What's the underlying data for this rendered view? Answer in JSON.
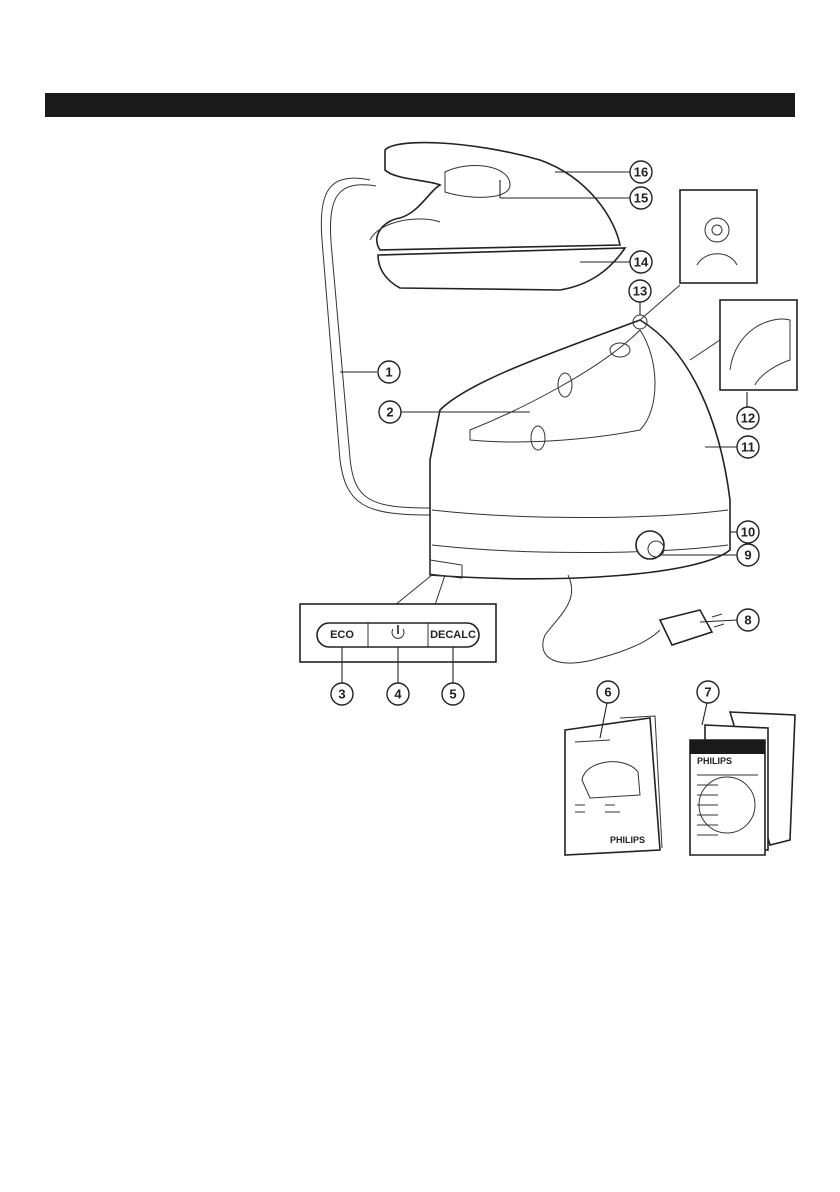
{
  "panel": {
    "eco_label": "ECO",
    "power_symbol": "power-icon",
    "decalc_label": "DECALC"
  },
  "booklets": {
    "brand_left": "PHILIPS",
    "brand_right": "PHILIPS"
  },
  "callouts": [
    "1",
    "2",
    "3",
    "4",
    "5",
    "6",
    "7",
    "8",
    "9",
    "10",
    "11",
    "12",
    "13",
    "14",
    "15",
    "16"
  ],
  "colors": {
    "header_bar": "#1a1a1a",
    "line": "#222222"
  }
}
